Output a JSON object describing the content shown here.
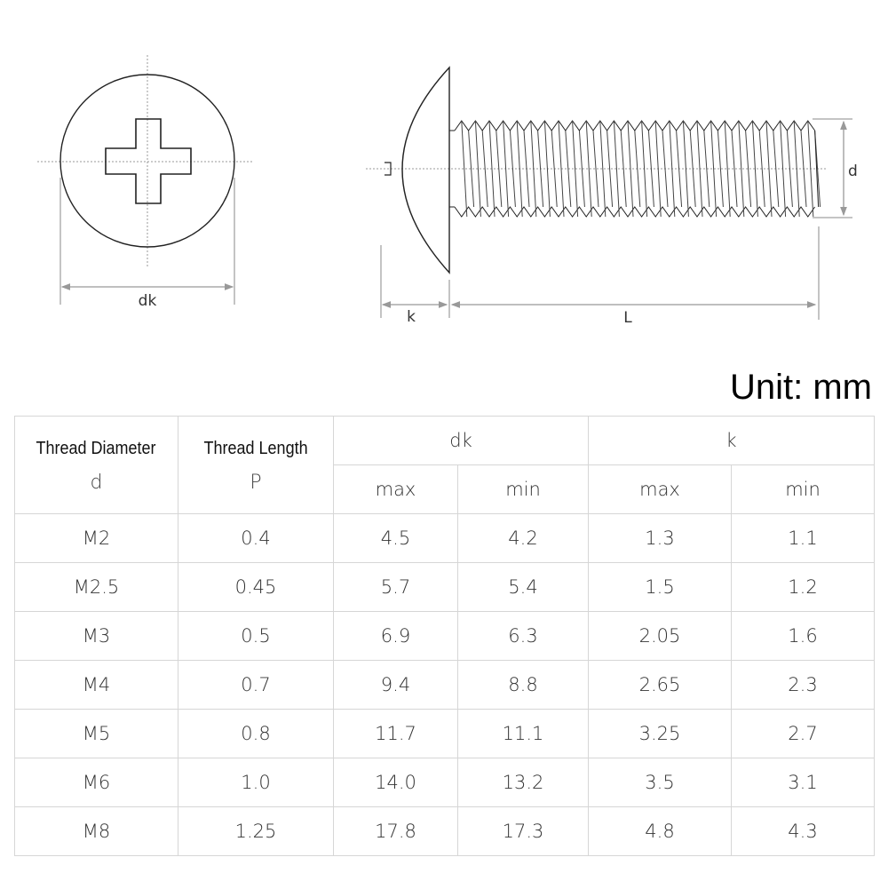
{
  "diagram": {
    "top_view_label": "dk",
    "side_view_labels": {
      "k": "k",
      "L": "L",
      "d": "d"
    }
  },
  "unit_label": "Unit: mm",
  "table": {
    "headers": {
      "d_title": "Thread Diameter",
      "d_symbol": "d",
      "p_title": "Thread Length",
      "p_symbol": "P",
      "dk": "dk",
      "k": "k",
      "dk_max": "max",
      "dk_min": "min",
      "k_max": "max",
      "k_min": "min"
    },
    "rows": [
      {
        "d": "M2",
        "p": "0.4",
        "dk_max": "4.5",
        "dk_min": "4.2",
        "k_max": "1.3",
        "k_min": "1.1"
      },
      {
        "d": "M2.5",
        "p": "0.45",
        "dk_max": "5.7",
        "dk_min": "5.4",
        "k_max": "1.5",
        "k_min": "1.2"
      },
      {
        "d": "M3",
        "p": "0.5",
        "dk_max": "6.9",
        "dk_min": "6.3",
        "k_max": "2.05",
        "k_min": "1.6"
      },
      {
        "d": "M4",
        "p": "0.7",
        "dk_max": "9.4",
        "dk_min": "8.8",
        "k_max": "2.65",
        "k_min": "2.3"
      },
      {
        "d": "M5",
        "p": "0.8",
        "dk_max": "11.7",
        "dk_min": "11.1",
        "k_max": "3.25",
        "k_min": "2.7"
      },
      {
        "d": "M6",
        "p": "1.0",
        "dk_max": "14.0",
        "dk_min": "13.2",
        "k_max": "3.5",
        "k_min": "3.1"
      },
      {
        "d": "M8",
        "p": "1.25",
        "dk_max": "17.8",
        "dk_min": "17.3",
        "k_max": "4.8",
        "k_min": "4.3"
      }
    ]
  }
}
